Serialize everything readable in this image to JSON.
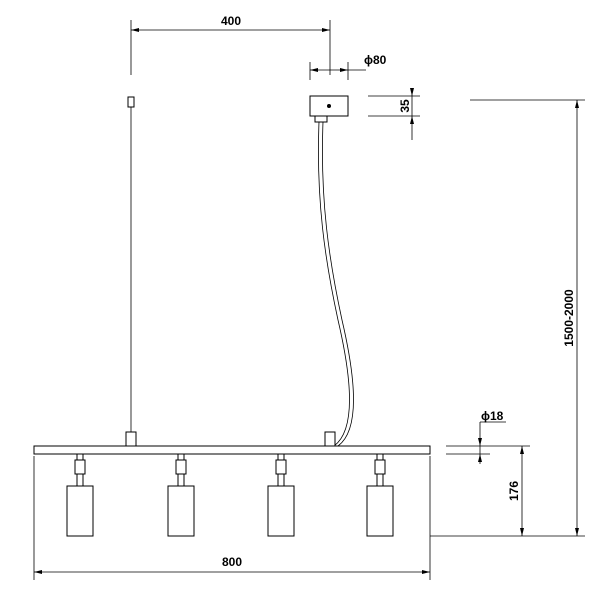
{
  "dimensions": {
    "arm_spacing": "400",
    "canopy_diameter": "ϕ80",
    "canopy_height": "35",
    "overall_height": "1500-2000",
    "bar_diameter": "ϕ18",
    "drop_height": "176",
    "overall_width": "800"
  }
}
